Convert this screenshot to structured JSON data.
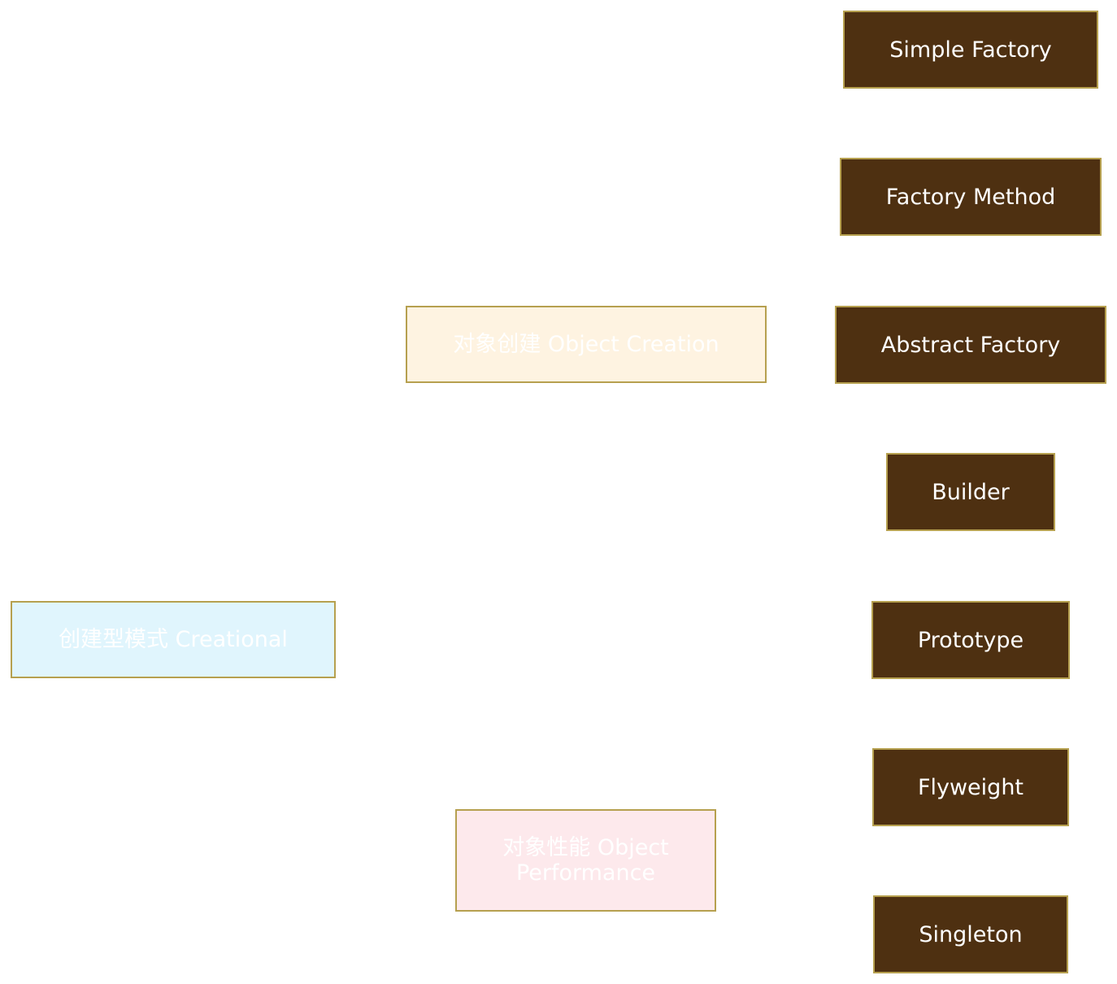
{
  "diagram": {
    "root": {
      "label": "创建型模式 Creational"
    },
    "categories": [
      {
        "label": "对象创建 Object Creation"
      },
      {
        "label": "对象性能 Object Performance"
      }
    ],
    "patterns": [
      {
        "label": "Simple Factory"
      },
      {
        "label": "Factory Method"
      },
      {
        "label": "Abstract Factory"
      },
      {
        "label": "Builder"
      },
      {
        "label": "Prototype"
      },
      {
        "label": "Flyweight"
      },
      {
        "label": "Singleton"
      }
    ],
    "colors": {
      "root_fill": "#e0f5fd",
      "creation_fill": "#fef3e1",
      "performance_fill": "#fde9ec",
      "leaf_fill": "#4e3011",
      "border": "#b6a04f",
      "text": "#ffffff"
    }
  }
}
